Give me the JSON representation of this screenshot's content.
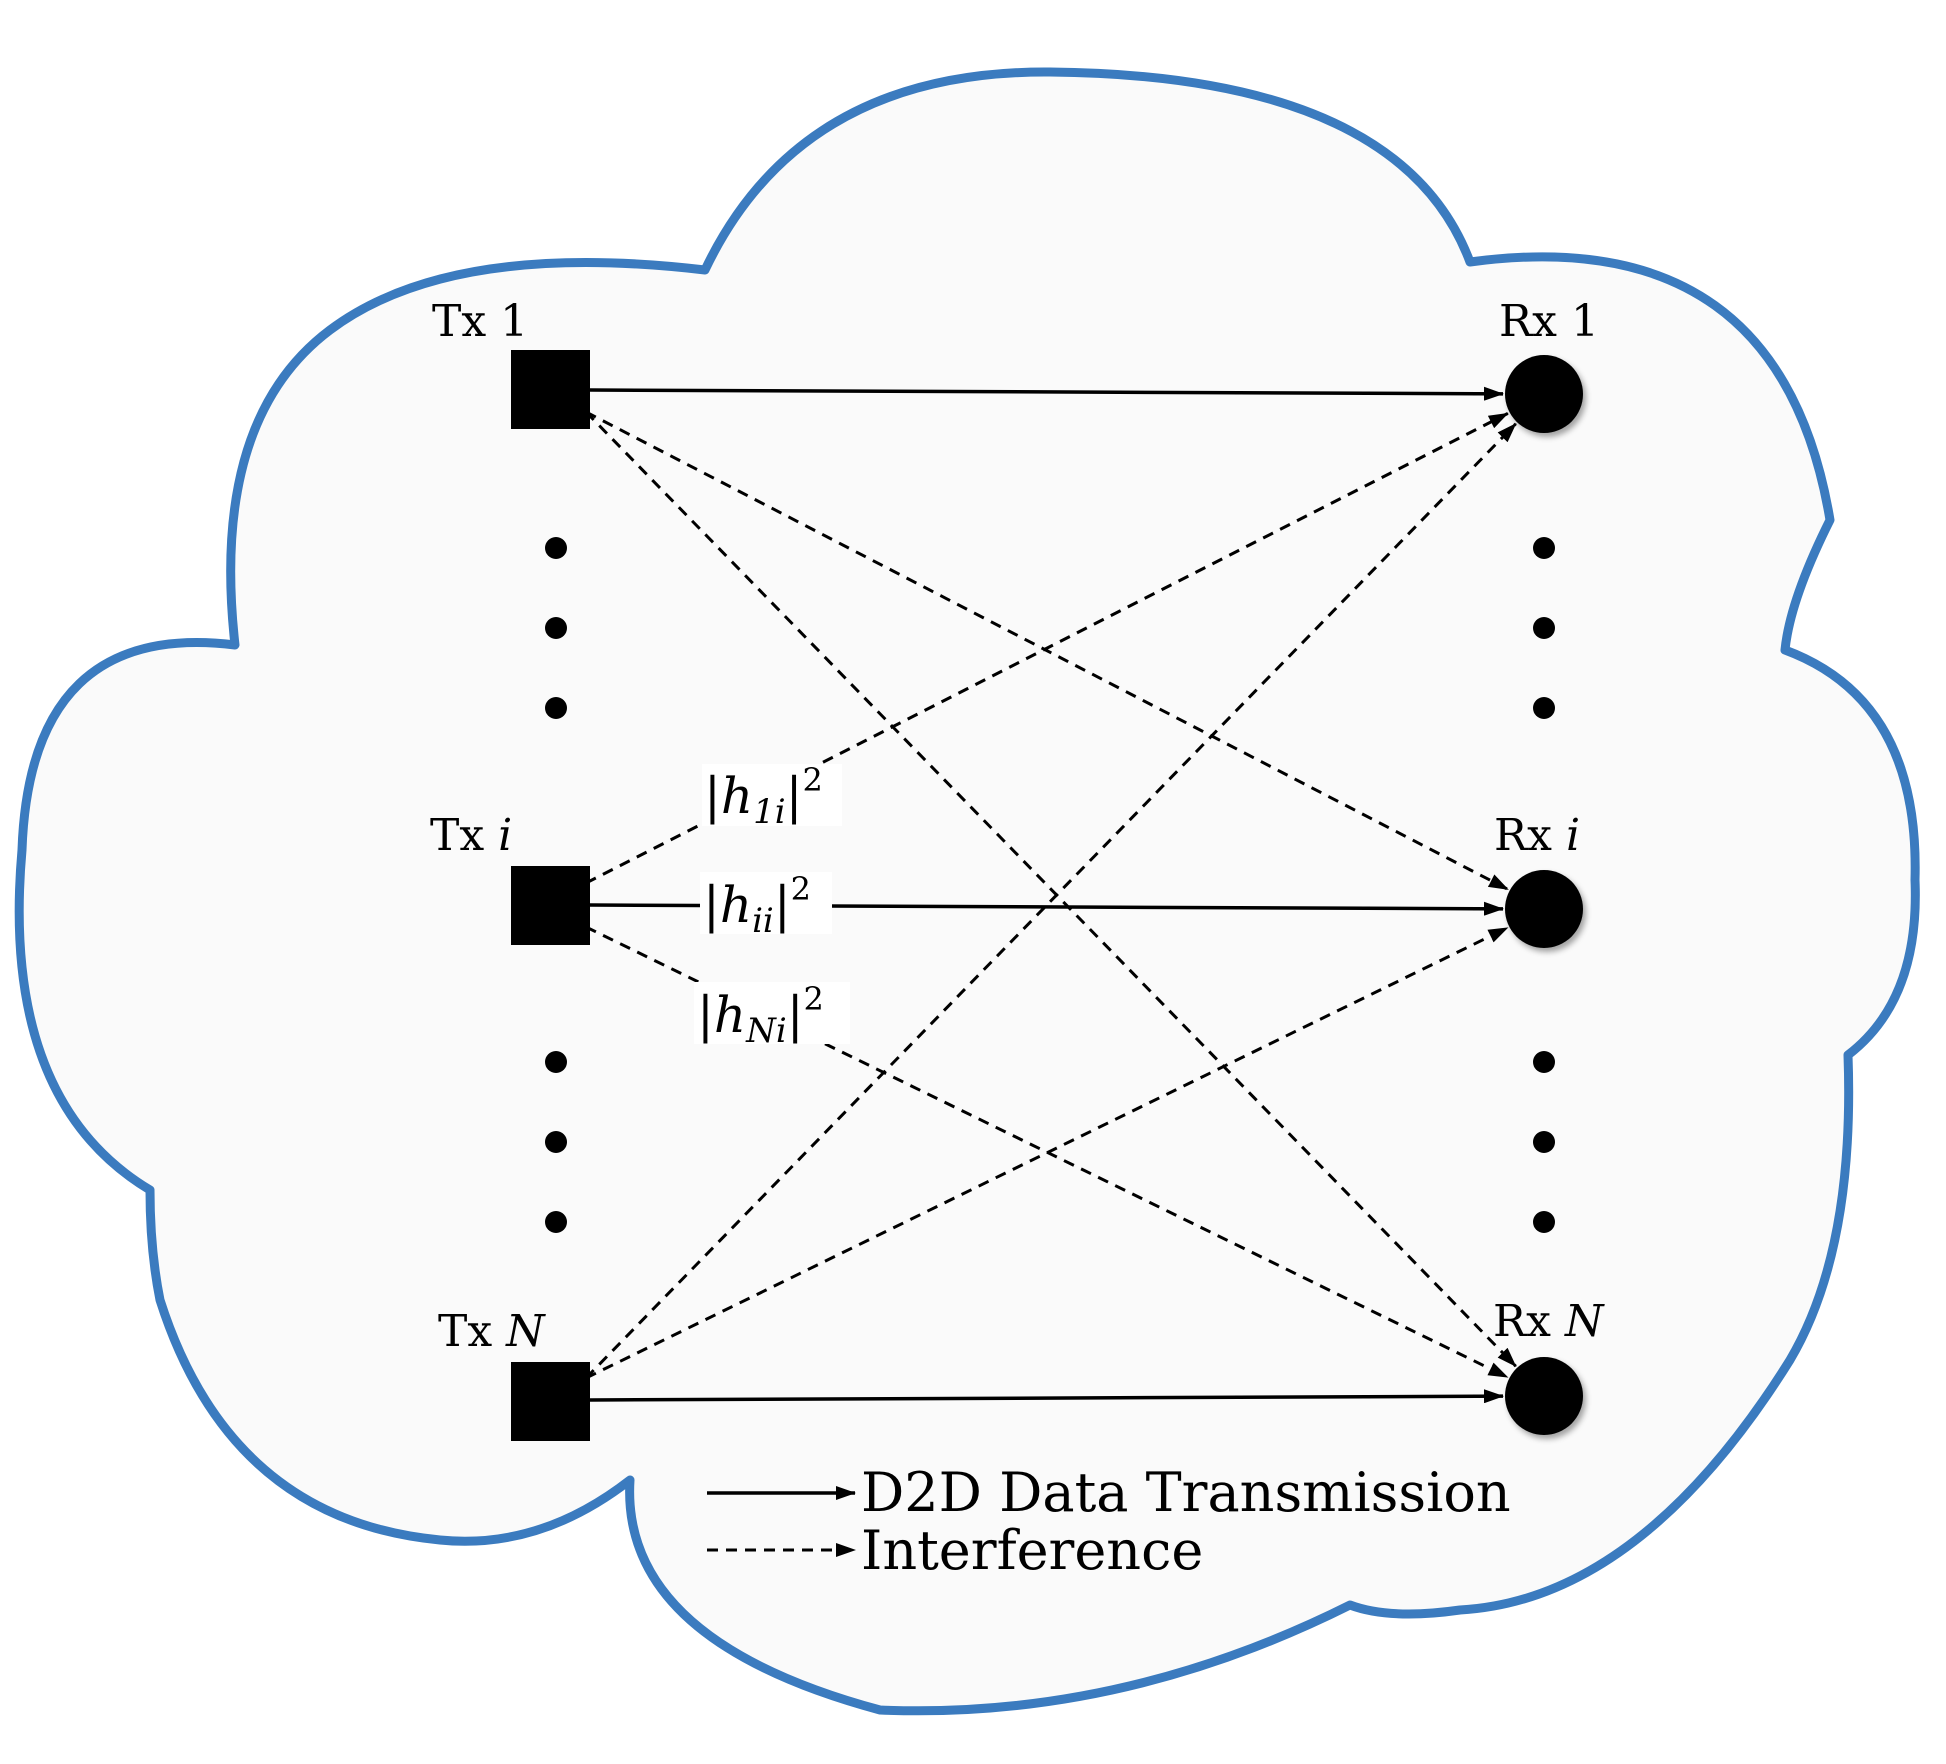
{
  "colors": {
    "cloud_stroke": "#3b7bbf",
    "cloud_fill": "#fafafa",
    "nodes": "#000000",
    "label_bg": "#ffffff"
  },
  "transmitters": [
    {
      "prefix": "Tx ",
      "index": "1",
      "index_italic": false
    },
    {
      "prefix": "Tx ",
      "index": "i",
      "index_italic": true
    },
    {
      "prefix": "Tx ",
      "index": "N",
      "index_italic": true
    }
  ],
  "receivers": [
    {
      "prefix": "Rx ",
      "index": "1",
      "index_italic": false
    },
    {
      "prefix": "Rx ",
      "index": "i",
      "index_italic": true
    },
    {
      "prefix": "Rx ",
      "index": "N",
      "index_italic": true
    }
  ],
  "links": {
    "data": [
      {
        "from": "Tx 1",
        "to": "Rx 1"
      },
      {
        "from": "Tx i",
        "to": "Rx i"
      },
      {
        "from": "Tx N",
        "to": "Rx N"
      }
    ],
    "interference": [
      {
        "from": "Tx 1",
        "to": "Rx i"
      },
      {
        "from": "Tx 1",
        "to": "Rx N"
      },
      {
        "from": "Tx i",
        "to": "Rx 1"
      },
      {
        "from": "Tx i",
        "to": "Rx N"
      },
      {
        "from": "Tx N",
        "to": "Rx 1"
      },
      {
        "from": "Tx N",
        "to": "Rx i"
      }
    ]
  },
  "channel_gains": {
    "h1i": {
      "h": "h",
      "sub": "1i",
      "sup": "2"
    },
    "hii": {
      "h": "h",
      "sub": "ii",
      "sup": "2"
    },
    "hNi": {
      "h": "h",
      "sub": "Ni",
      "sup": "2"
    }
  },
  "legend": {
    "data_transmission": "D2D Data Transmission",
    "interference": "Interference"
  }
}
